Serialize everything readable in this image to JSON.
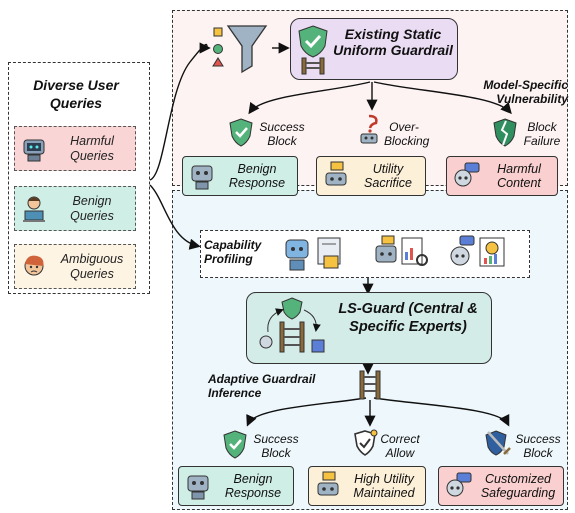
{
  "left_panel": {
    "title": "Diverse User Queries",
    "queries": [
      {
        "label": "Harmful Queries",
        "color": "#f9d5d5"
      },
      {
        "label": "Benign Queries",
        "color": "#cfeee6"
      },
      {
        "label": "Ambiguous Queries",
        "color": "#fdf4e3"
      }
    ]
  },
  "top_section": {
    "guardrail_title": "Existing Static Uniform Guardrail",
    "vulnerability_label": "Model-Specific Vulnerability",
    "outcomes": [
      "Success Block",
      "Over-Blocking",
      "Block Failure"
    ],
    "results": [
      "Benign Response",
      "Utility Sacrifice",
      "Harmful Content"
    ]
  },
  "bottom_section": {
    "profiling_label": "Capability Profiling",
    "lsguard_title": "LS-Guard (Central & Specific Experts)",
    "inference_label": "Adaptive Guardrail Inference",
    "outcomes": [
      "Success Block",
      "Correct Allow",
      "Success Block"
    ],
    "results": [
      "Benign Response",
      "High Utility Maintained",
      "Customized Safeguarding"
    ]
  },
  "colors": {
    "top_bg": "#fdf3f3",
    "bottom_bg": "#eef7fb",
    "guardrail_box": "#eadcf3",
    "lsguard_box": "#d4ece8",
    "benign_card": "#cfeee6",
    "utility_card": "#fdf0d9",
    "harmful_card": "#f9cfcf"
  }
}
